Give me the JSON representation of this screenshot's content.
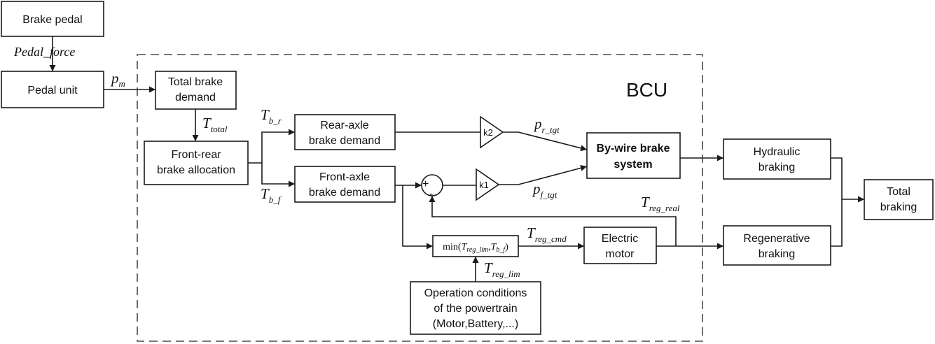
{
  "container": {
    "label": "BCU"
  },
  "blocks": {
    "brake_pedal": "Brake pedal",
    "pedal_unit": "Pedal unit",
    "total_brake_demand": [
      "Total brake",
      "demand"
    ],
    "front_rear_allocation": [
      "Front-rear",
      "brake allocation"
    ],
    "rear_axle_demand": [
      "Rear-axle",
      "brake demand"
    ],
    "front_axle_demand": [
      "Front-axle",
      "brake demand"
    ],
    "by_wire": [
      "By-wire brake",
      "system"
    ],
    "electric_motor": [
      "Electric",
      "motor"
    ],
    "hydraulic": [
      "Hydraulic",
      "braking"
    ],
    "regenerative": [
      "Regenerative",
      "braking"
    ],
    "total_braking": [
      "Total",
      "braking"
    ],
    "operation_conditions": [
      "Operation conditions",
      "of the powertrain",
      "(Motor,Battery,...)"
    ],
    "min_block": {
      "func": "min(",
      "t1": "T",
      "t1_sub": "reg_lim",
      "sep": ",",
      "t2": "T",
      "t2_sub": "b_f",
      "close": ")"
    }
  },
  "gains": {
    "k1": "k1",
    "k2": "k2"
  },
  "summing_junction": {
    "plus": "+",
    "minus": "-"
  },
  "signals": {
    "pedal_force": "Pedal_force",
    "pm": {
      "main": "p",
      "sub": "m"
    },
    "t_total": {
      "main": "T",
      "sub": "total"
    },
    "t_br": {
      "main": "T",
      "sub": "b_r"
    },
    "t_bf": {
      "main": "T",
      "sub": "b_f"
    },
    "p_rtgt": {
      "main": "p",
      "sub": "r_tgt"
    },
    "p_ftgt": {
      "main": "p",
      "sub": "f_tgt"
    },
    "t_reg_real": {
      "main": "T",
      "sub": "reg_real"
    },
    "t_reg_cmd": {
      "main": "T",
      "sub": "reg_cmd"
    },
    "t_reg_lim": {
      "main": "T",
      "sub": "reg_lim"
    }
  }
}
